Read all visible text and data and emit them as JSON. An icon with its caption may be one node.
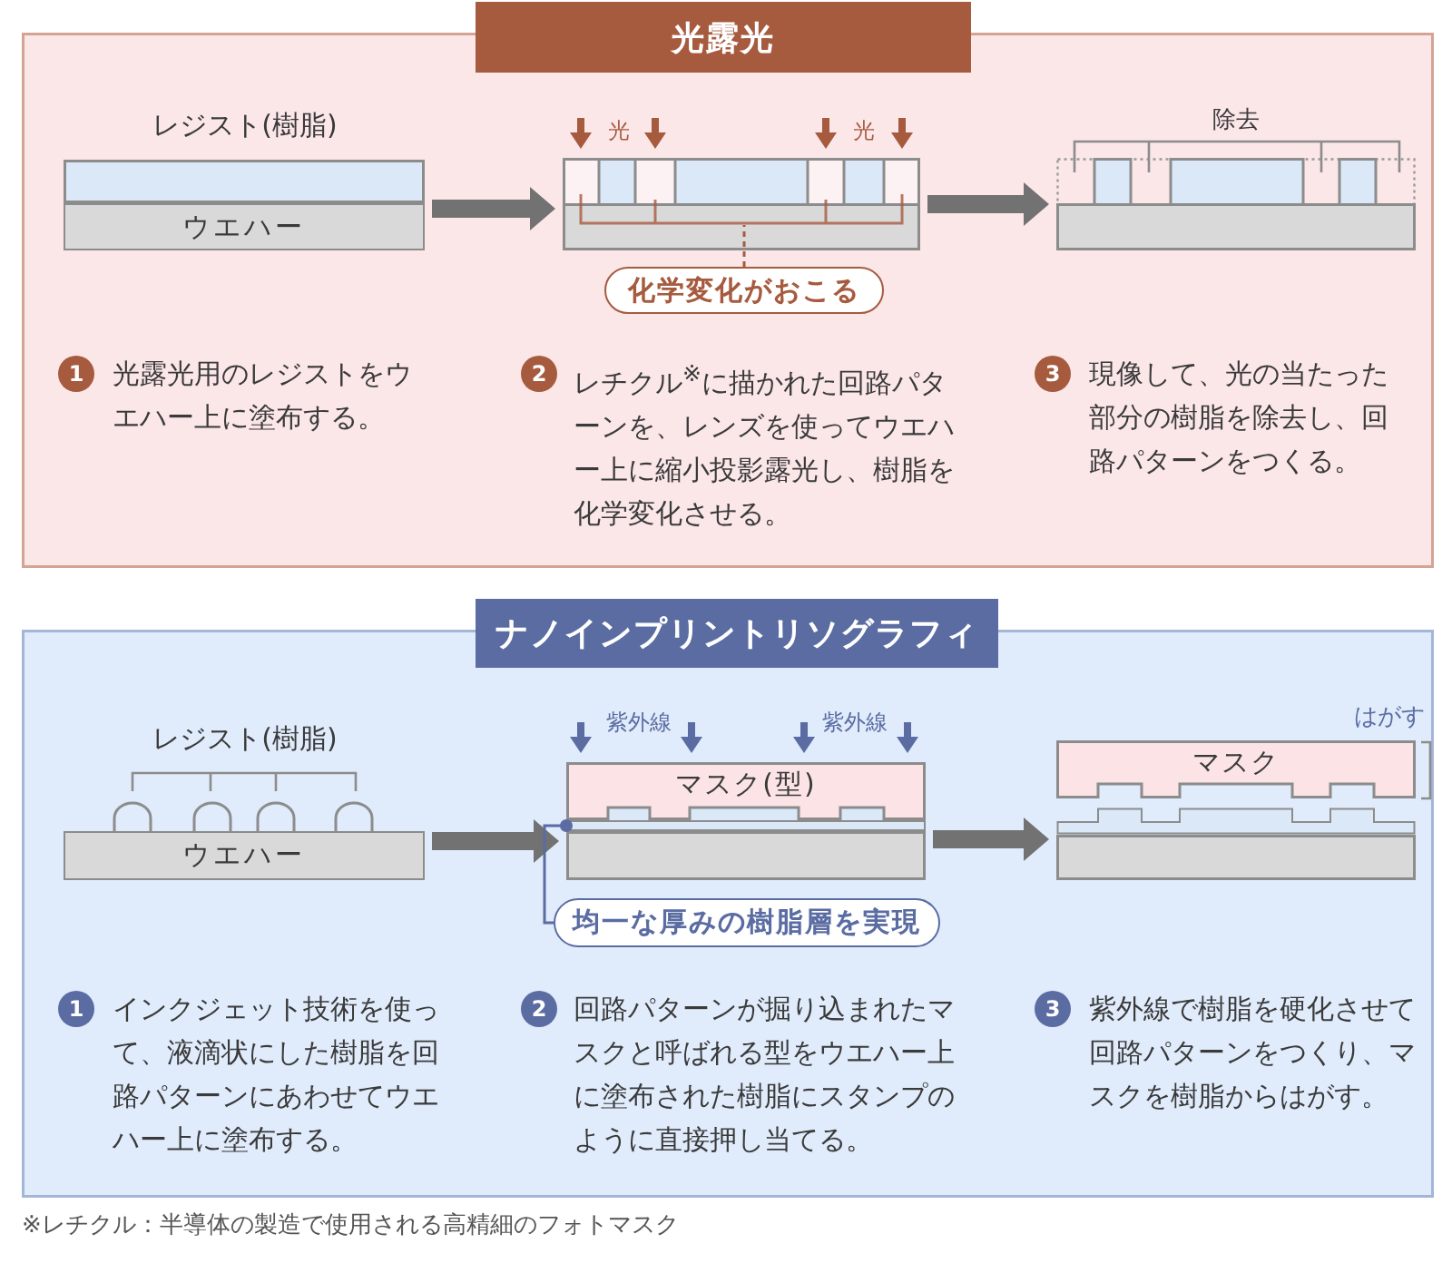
{
  "diagram": {
    "nodes": [
      {
        "text": [
          "光露光"
        ]
      },
      {
        "text": [],
        "shape": "box",
        "in": 0
      },
      {
        "text": [
          "ウエハー"
        ],
        "in": 0
      },
      {
        "text": [],
        "shape": "picture",
        "in": 0
      },
      {
        "text": [
          "化学変化がおこる"
        ],
        "in": 0
      },
      {
        "text": [],
        "shape": "picture",
        "in": 0
      },
      {
        "text": [
          "1"
        ],
        "beside": [
          "光露光用のレジストをウエハー上に塗布する。"
        ],
        "in": 0
      },
      {
        "text": [
          "2"
        ],
        "beside": [
          "レチクル$^{※}$に描かれた回路パターンを、レンズを使ってウエハー上に縮小投影露光し、樹脂を化学変化させる。"
        ],
        "in": 0
      },
      {
        "text": [
          "3"
        ],
        "beside": [
          "現像して、光の当たった部分の樹脂を除去し、回路パターンをつくる。"
        ],
        "in": 0
      },
      {
        "text": [
          "ナノインプリントリソグラフィ"
        ]
      },
      {
        "text": [
          "ウエハー"
        ],
        "in": 9
      },
      {
        "text": [
          "マスク(型)"
        ],
        "in": 9
      },
      {
        "text": [],
        "shape": "bar",
        "in": 9
      },
      {
        "text": [],
        "shape": "box",
        "in": 9
      },
      {
        "text": [
          "均一な厚みの樹脂層を実現"
        ],
        "in": 9
      },
      {
        "text": [
          "マスク"
        ],
        "beside": [
          "はがす"
        ],
        "in": 9
      },
      {
        "text": [],
        "shape": "bar",
        "in": 9
      },
      {
        "text": [],
        "shape": "box",
        "in": 9
      },
      {
        "text": [
          "1"
        ],
        "beside": [
          "インクジェット技術を使って、液滴状にした樹脂を回路パターンにあわせてウエハー上に塗布する。"
        ],
        "in": 9
      },
      {
        "text": [
          "2"
        ],
        "beside": [
          "回路パターンが掘り込まれたマスクと呼ばれる型をウエハー上に塗布された樹脂にスタンプのように直接押し当てる。"
        ],
        "in": 9
      },
      {
        "text": [
          "3"
        ],
        "beside": [
          "紫外線で樹脂を硬化させて回路パターンをつくり、マスクを樹脂からはがす。"
        ],
        "in": 9
      }
    ],
    "edges": [
      {
        "from": 2,
        "to": 3,
        "arrow": "to"
      },
      {
        "from": 4,
        "to": 3,
        "arrow": "none",
        "style": "dashed",
        "color": "#a65a3e"
      },
      {
        "from": 3,
        "to": 5,
        "arrow": "to"
      },
      {
        "from": 10,
        "to": 13,
        "arrow": "to"
      },
      {
        "from": 14,
        "to": 12,
        "arrow": "other",
        "color": "#5a6ca2"
      },
      {
        "from": 13,
        "to": 17,
        "arrow": "to"
      }
    ],
    "labels": [
      "レジスト(樹脂)",
      "光",
      "光",
      "除去",
      "レジスト(樹脂)",
      "紫外線",
      "紫外線",
      "※レチクル：半導体の製造で使用される高精細のフォトマスク"
    ]
  }
}
